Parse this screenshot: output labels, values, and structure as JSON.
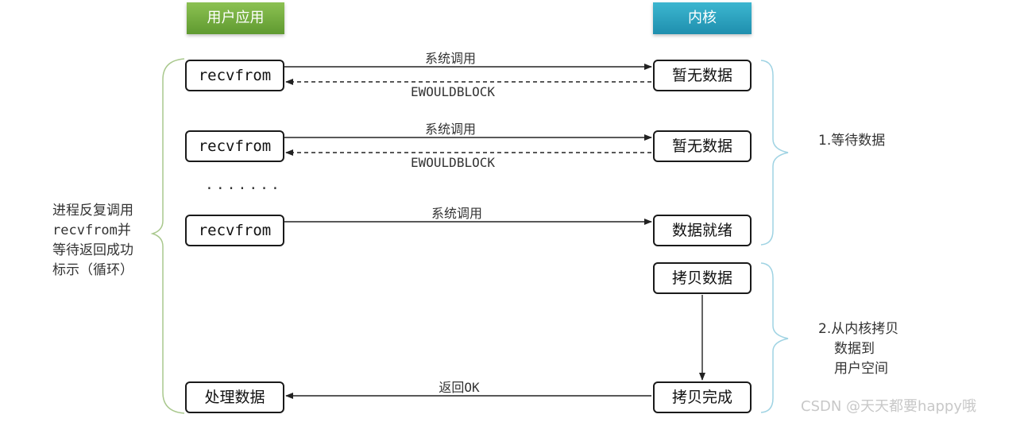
{
  "headers": {
    "user_app": "用户应用",
    "kernel": "内核"
  },
  "rounds": [
    {
      "user_label": "recvfrom",
      "call_label": "系统调用",
      "kernel_label": "暂无数据",
      "return_label": "EWOULDBLOCK"
    },
    {
      "user_label": "recvfrom",
      "call_label": "系统调用",
      "kernel_label": "暂无数据",
      "return_label": "EWOULDBLOCK"
    },
    {
      "user_label": "recvfrom",
      "call_label": "系统调用",
      "kernel_label": "数据就绪"
    }
  ],
  "ellipsis": ".......",
  "copy_box": "拷贝数据",
  "copy_done_box": "拷贝完成",
  "process_box": "处理数据",
  "return_ok": "返回OK",
  "left_note": {
    "line1": "进程反复调用",
    "line2a": "recvfrom",
    "line2b": "并",
    "line3": "等待返回成功",
    "line4": "标示（循环）"
  },
  "phase1": "1.等待数据",
  "phase2": {
    "line1": "2.从内核拷贝",
    "line2": "数据到",
    "line3": "用户空间"
  },
  "watermark": "CSDN @天天都要happy哦"
}
